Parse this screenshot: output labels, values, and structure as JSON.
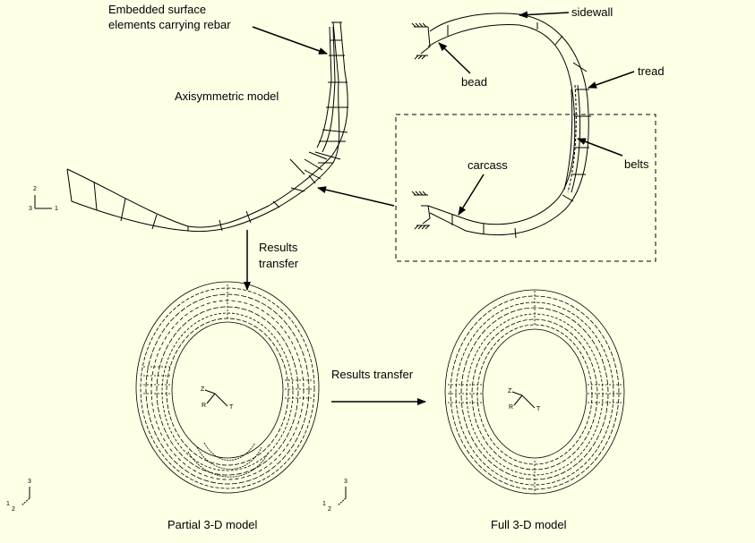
{
  "labels": {
    "embedded_line1": "Embedded surface",
    "embedded_line2": "elements carrying rebar",
    "axisymmetric": "Axisymmetric model",
    "sidewall": "sidewall",
    "bead": "bead",
    "tread": "tread",
    "belts": "belts",
    "carcass": "carcass",
    "results_transfer_line1": "Results",
    "results_transfer_line2": "transfer",
    "results_transfer_horizontal": "Results transfer",
    "partial_model": "Partial 3-D model",
    "full_model": "Full 3-D model"
  },
  "triads": {
    "axisymmetric": {
      "vertical": "2",
      "horizontal": "1",
      "origin": "3"
    },
    "partial_3d": {
      "vertical": "3",
      "horizontal": "2",
      "other": "1"
    },
    "full_3d": {
      "vertical": "3",
      "horizontal": "2",
      "other": "1"
    },
    "local_partial": {
      "first": "Z",
      "second": "R",
      "third": "T"
    },
    "local_full": {
      "first": "Z",
      "second": "R",
      "third": "T"
    }
  },
  "colors": {
    "background": "#ffffe6",
    "lines": "#000000"
  }
}
